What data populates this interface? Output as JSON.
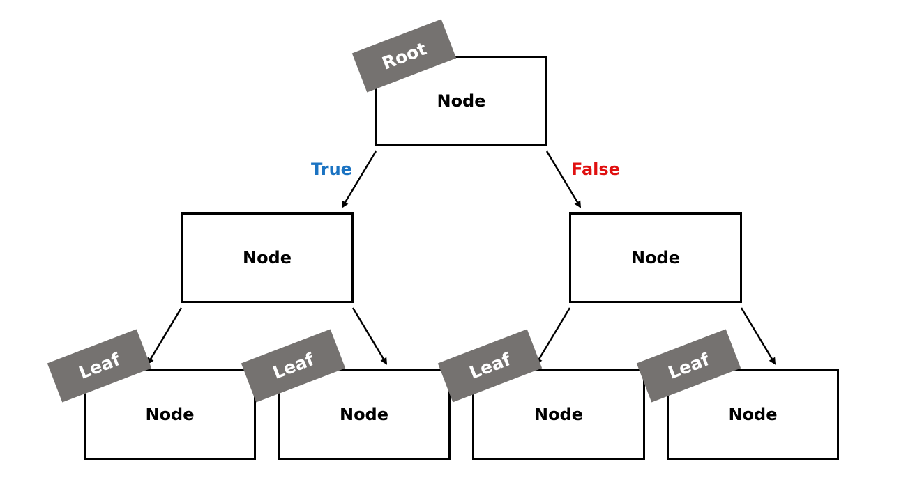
{
  "colors": {
    "true_label": "#1b73c2",
    "false_label": "#e01010",
    "tag_background": "#757270",
    "box_border": "#000000"
  },
  "edges": {
    "true_label": "True",
    "false_label": "False"
  },
  "nodes": {
    "root": {
      "label": "Node",
      "tag": "Root"
    },
    "mid_left": {
      "label": "Node"
    },
    "mid_right": {
      "label": "Node"
    },
    "leaf_1": {
      "label": "Node",
      "tag": "Leaf"
    },
    "leaf_2": {
      "label": "Node",
      "tag": "Leaf"
    },
    "leaf_3": {
      "label": "Node",
      "tag": "Leaf"
    },
    "leaf_4": {
      "label": "Node",
      "tag": "Leaf"
    }
  }
}
